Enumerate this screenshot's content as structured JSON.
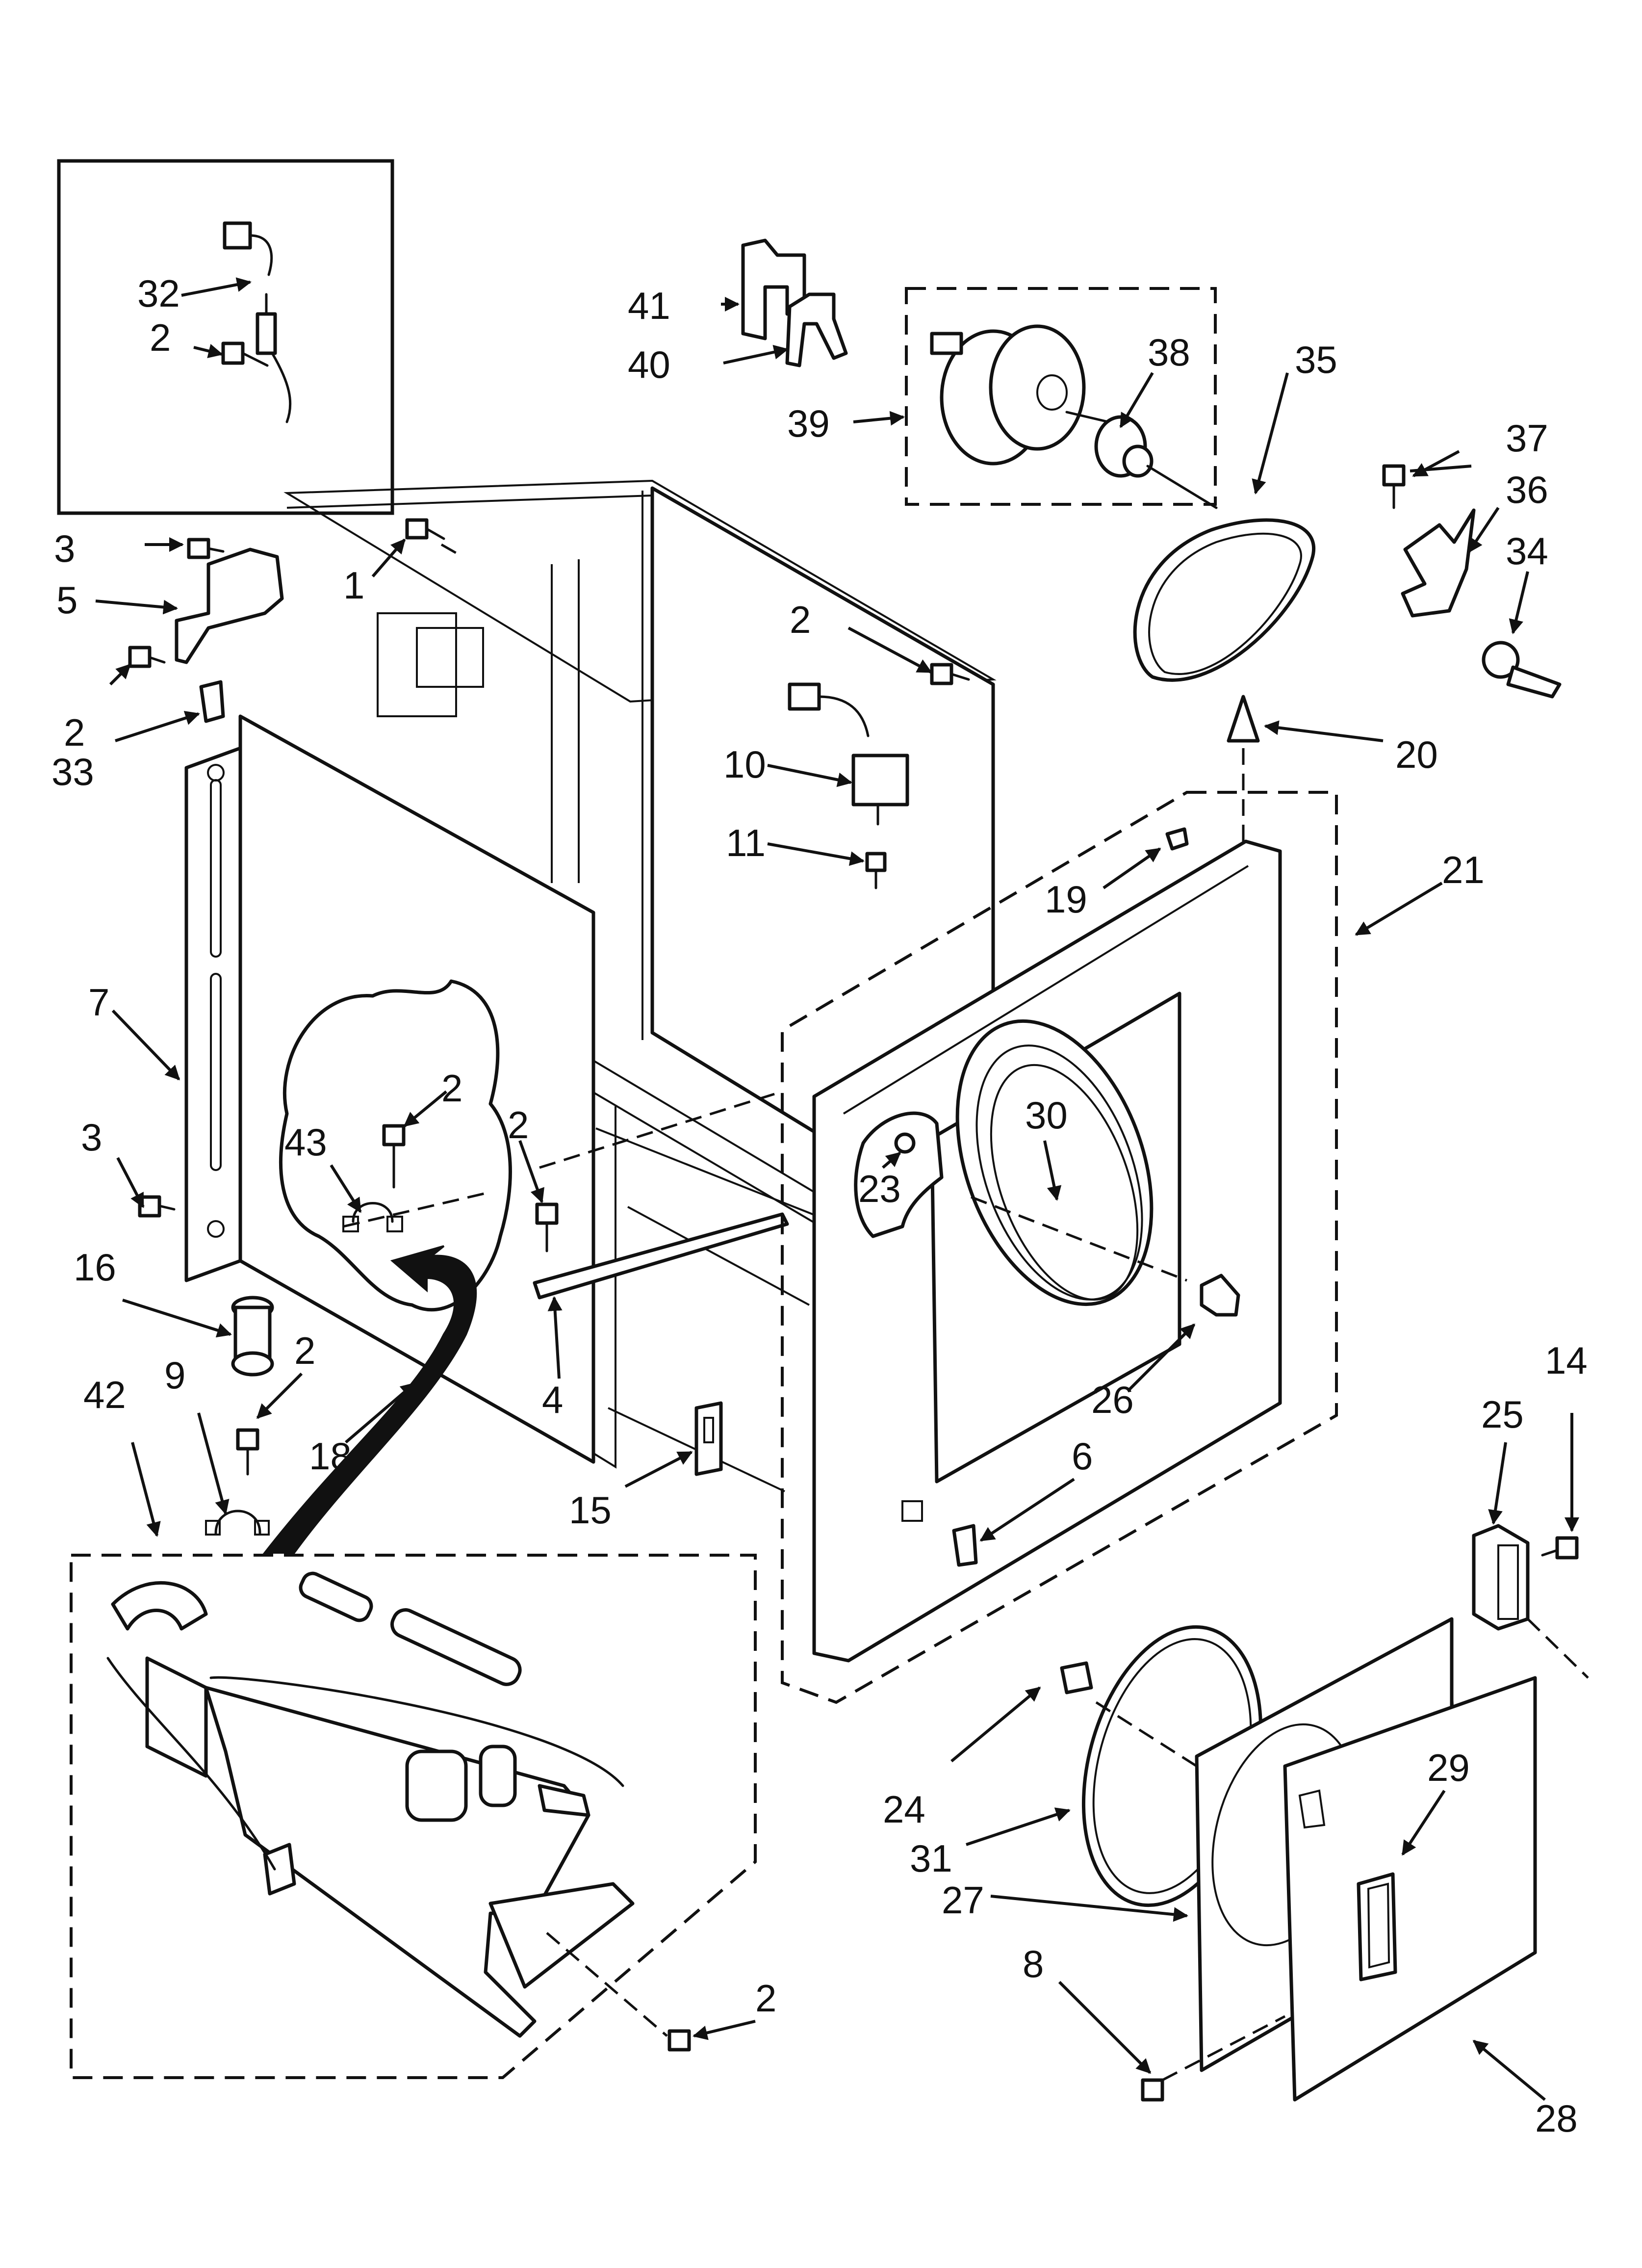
{
  "diagram": {
    "callouts": [
      {
        "id": "c32",
        "text": "32"
      },
      {
        "id": "c2a",
        "text": "2"
      },
      {
        "id": "c41",
        "text": "41"
      },
      {
        "id": "c40",
        "text": "40"
      },
      {
        "id": "c39",
        "text": "39"
      },
      {
        "id": "c38",
        "text": "38"
      },
      {
        "id": "c35",
        "text": "35"
      },
      {
        "id": "c37",
        "text": "37"
      },
      {
        "id": "c36",
        "text": "36"
      },
      {
        "id": "c34",
        "text": "34"
      },
      {
        "id": "c3a",
        "text": "3"
      },
      {
        "id": "c5",
        "text": "5"
      },
      {
        "id": "c1",
        "text": "1"
      },
      {
        "id": "c2b",
        "text": "2"
      },
      {
        "id": "c33",
        "text": "33"
      },
      {
        "id": "c2c",
        "text": "2"
      },
      {
        "id": "c10",
        "text": "10"
      },
      {
        "id": "c20",
        "text": "20"
      },
      {
        "id": "c11",
        "text": "11"
      },
      {
        "id": "c19",
        "text": "19"
      },
      {
        "id": "c21",
        "text": "21"
      },
      {
        "id": "c7",
        "text": "7"
      },
      {
        "id": "c2d",
        "text": "2"
      },
      {
        "id": "c2e",
        "text": "2"
      },
      {
        "id": "c43",
        "text": "43"
      },
      {
        "id": "c3b",
        "text": "3"
      },
      {
        "id": "c30",
        "text": "30"
      },
      {
        "id": "c23",
        "text": "23"
      },
      {
        "id": "c16",
        "text": "16"
      },
      {
        "id": "c2f",
        "text": "2"
      },
      {
        "id": "c42",
        "text": "42"
      },
      {
        "id": "c9",
        "text": "9"
      },
      {
        "id": "c4",
        "text": "4"
      },
      {
        "id": "c18",
        "text": "18"
      },
      {
        "id": "c26",
        "text": "26"
      },
      {
        "id": "c6",
        "text": "6"
      },
      {
        "id": "c15",
        "text": "15"
      },
      {
        "id": "c14",
        "text": "14"
      },
      {
        "id": "c25",
        "text": "25"
      },
      {
        "id": "c29",
        "text": "29"
      },
      {
        "id": "c24",
        "text": "24"
      },
      {
        "id": "c31",
        "text": "31"
      },
      {
        "id": "c27",
        "text": "27"
      },
      {
        "id": "c8",
        "text": "8"
      },
      {
        "id": "c2g",
        "text": "2"
      },
      {
        "id": "c28",
        "text": "28"
      }
    ]
  }
}
